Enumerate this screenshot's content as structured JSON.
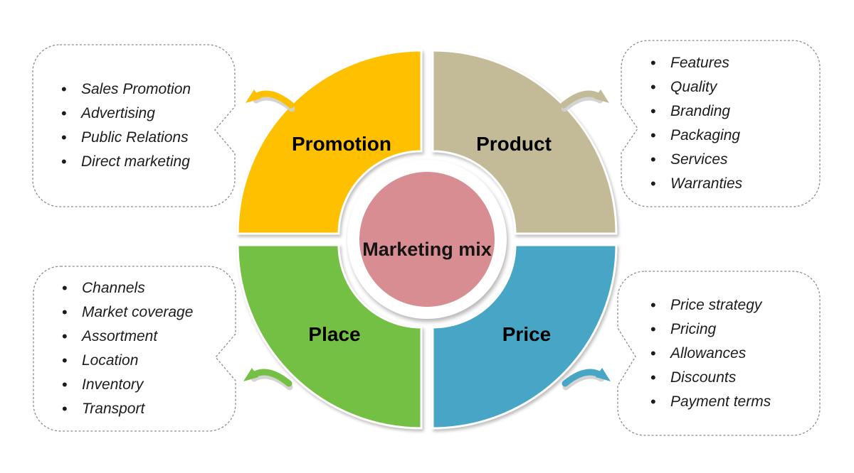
{
  "diagram": {
    "center_label": "Marketing mix"
  },
  "colors": {
    "promotion": "#FFC000",
    "product": "#C3BB98",
    "place": "#74C044",
    "price": "#47A6C6",
    "center": "#D78D91"
  },
  "quadrants": {
    "promotion": {
      "label": "Promotion",
      "items": [
        "Sales Promotion",
        "Advertising",
        "Public Relations",
        "Direct marketing"
      ]
    },
    "product": {
      "label": "Product",
      "items": [
        "Features",
        "Quality",
        "Branding",
        "Packaging",
        "Services",
        "Warranties"
      ]
    },
    "place": {
      "label": "Place",
      "items": [
        "Channels",
        "Market coverage",
        "Assortment",
        "Location",
        "Inventory",
        "Transport"
      ]
    },
    "price": {
      "label": "Price",
      "items": [
        "Price strategy",
        "Pricing",
        "Allowances",
        "Discounts",
        "Payment terms"
      ]
    }
  }
}
